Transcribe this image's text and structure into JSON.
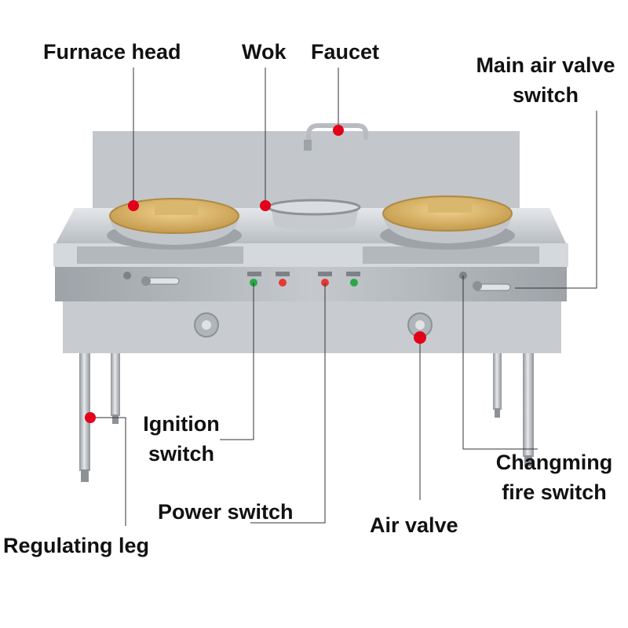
{
  "labels": {
    "furnace_head": "Furnace head",
    "wok": "Wok",
    "faucet": "Faucet",
    "main_air_valve_switch": [
      "Main air valve",
      "switch"
    ],
    "ignition_switch": [
      "Ignition",
      "switch"
    ],
    "power_switch": "Power switch",
    "air_valve": "Air valve",
    "changming_fire_switch": [
      "Changming",
      "fire switch"
    ],
    "regulating_leg": "Regulating leg"
  },
  "colors": {
    "marker": "#e3001b",
    "leader_line": "#333333",
    "steel_light": "#c9cdd1",
    "steel_mid": "#a9aeb3",
    "steel_dark": "#8c9196",
    "brass": "#d8b46a"
  }
}
